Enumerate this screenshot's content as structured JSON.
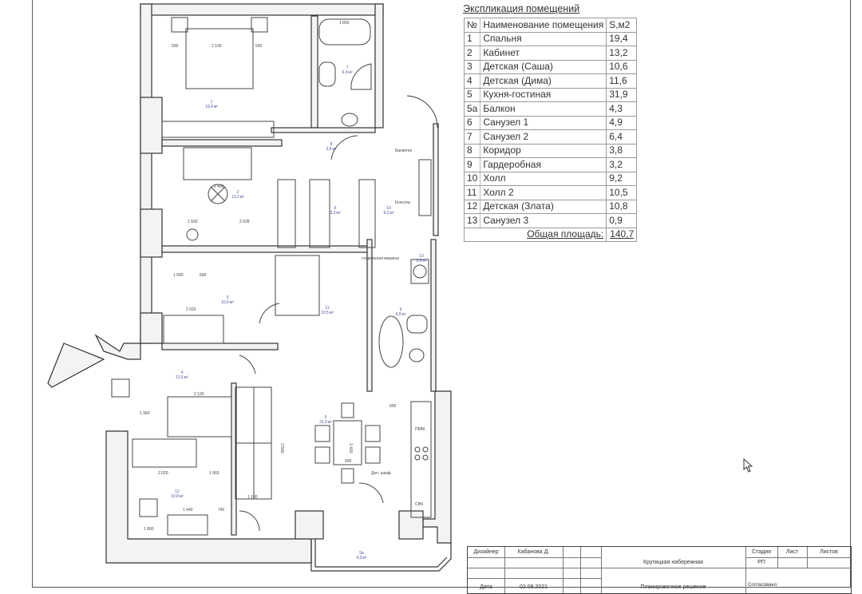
{
  "explication": {
    "title": "Экспликация помещений",
    "headers": {
      "num": "№",
      "name": "Наименование помещения",
      "area": "S,м2"
    },
    "rooms": [
      {
        "num": "1",
        "name": "Спальня",
        "area": "19,4"
      },
      {
        "num": "2",
        "name": "Кабинет",
        "area": "13,2"
      },
      {
        "num": "3",
        "name": "Детская (Саша)",
        "area": "10,6"
      },
      {
        "num": "4",
        "name": "Детская (Дима)",
        "area": "11,6"
      },
      {
        "num": "5",
        "name": "Кухня-гостиная",
        "area": "31,9"
      },
      {
        "num": "5а",
        "name": "Балкон",
        "area": "4,3"
      },
      {
        "num": "6",
        "name": "Санузел 1",
        "area": "4,9"
      },
      {
        "num": "7",
        "name": "Санузел 2",
        "area": "6,4"
      },
      {
        "num": "8",
        "name": "Коридор",
        "area": "3,8"
      },
      {
        "num": "9",
        "name": "Гардеробная",
        "area": "3,2"
      },
      {
        "num": "10",
        "name": "Холл",
        "area": "9,2"
      },
      {
        "num": "11",
        "name": "Холл 2",
        "area": "10,5"
      },
      {
        "num": "12",
        "name": "Детская (Злата)",
        "area": "10,8"
      },
      {
        "num": "13",
        "name": "Санузел 3",
        "area": "0,9"
      }
    ],
    "total_label": "Общая площадь:",
    "total_value": "140,7"
  },
  "plan": {
    "area_unit": "м²",
    "labels": {
      "bench": "Банкетка",
      "console": "Консоль",
      "washer": "стиральная машина",
      "extra_cabinet": "Доп. шкаф",
      "dishwasher": "ПММ",
      "microwave": "СВЧ"
    },
    "dims": [
      "500",
      "2 100",
      "500",
      "1 850",
      "2 400",
      "1 500",
      "2 028",
      "1 000",
      "600",
      "2 020",
      "2 120",
      "1 960",
      "2 020",
      "1 960",
      "1 440",
      "742",
      "1 800",
      "3 560",
      "1 400",
      "900",
      "600",
      "1 100"
    ]
  },
  "title_block": {
    "designer_label": "Дизайнер",
    "designer_name": "Кабанова Д.",
    "date_label": "Дата",
    "date_value": "02.08.2021",
    "project": "Крутицкая набережная",
    "sheet_title": "Планировочное решение",
    "stage_label": "Стадия",
    "sheet_label": "Лист",
    "sheets_label": "Листов",
    "stage_value": "РП",
    "approved_label": "Согласовано:"
  }
}
